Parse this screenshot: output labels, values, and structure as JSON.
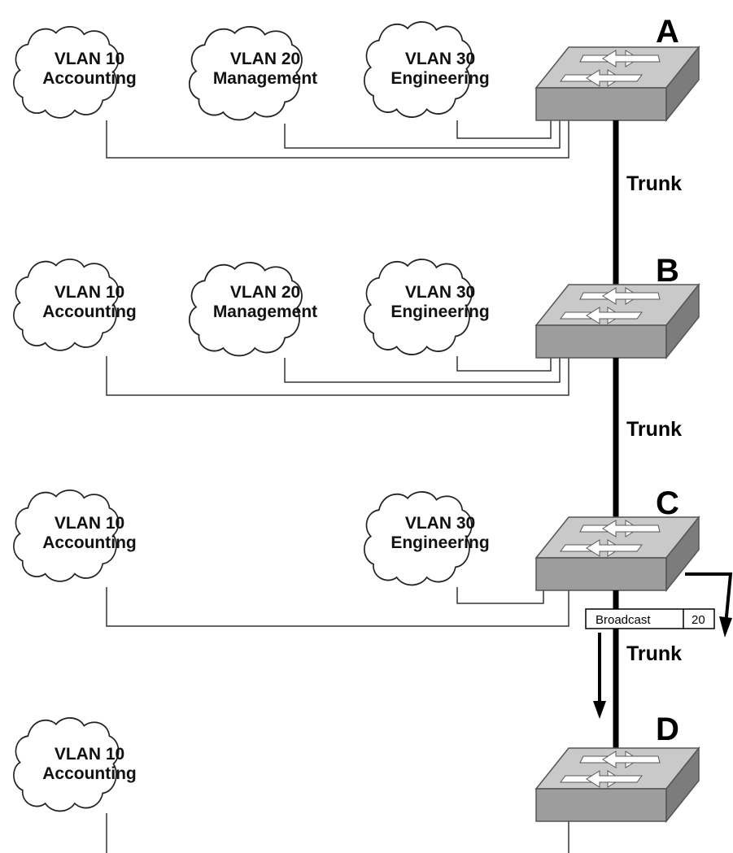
{
  "switches": [
    {
      "label": "A"
    },
    {
      "label": "B"
    },
    {
      "label": "C"
    },
    {
      "label": "D"
    }
  ],
  "trunks": [
    {
      "label": "Trunk"
    },
    {
      "label": "Trunk"
    },
    {
      "label": "Trunk"
    }
  ],
  "rows": [
    {
      "clouds": [
        {
          "vlan": "VLAN 10",
          "name": "Accounting"
        },
        {
          "vlan": "VLAN 20",
          "name": "Management"
        },
        {
          "vlan": "VLAN 30",
          "name": "Engineering"
        }
      ]
    },
    {
      "clouds": [
        {
          "vlan": "VLAN 10",
          "name": "Accounting"
        },
        {
          "vlan": "VLAN 20",
          "name": "Management"
        },
        {
          "vlan": "VLAN 30",
          "name": "Engineering"
        }
      ]
    },
    {
      "clouds": [
        {
          "vlan": "VLAN 10",
          "name": "Accounting"
        },
        {
          "vlan": "VLAN 30",
          "name": "Engineering"
        }
      ]
    },
    {
      "clouds": [
        {
          "vlan": "VLAN 10",
          "name": "Accounting"
        }
      ]
    }
  ],
  "frame": {
    "type": "Broadcast",
    "vlan_tag": "20"
  }
}
